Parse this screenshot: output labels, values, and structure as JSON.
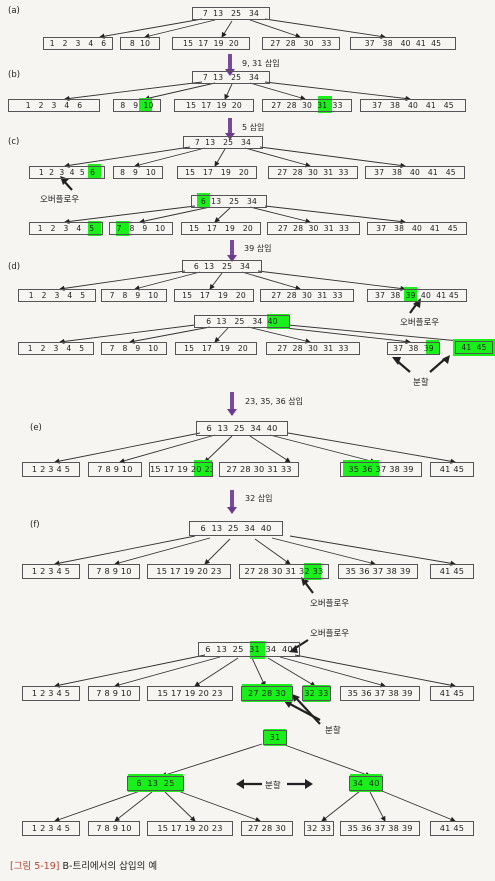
{
  "sections": {
    "a": "(a)",
    "b": "(b)",
    "c": "(c)",
    "d": "(d)",
    "e": "(e)",
    "f": "(f)"
  },
  "steps": {
    "s1": "9, 31 삽입",
    "s2": "5 삽입",
    "s3": "39 삽입",
    "s4": "23, 35, 36 삽입",
    "s5": "32 삽입"
  },
  "labels": {
    "overflow": "오버플로우",
    "split": "분할"
  },
  "caption": {
    "tag": "[그림 5-19]",
    "text": " B-트리에서의 삽입의 예"
  },
  "nodes": {
    "a_root": "7  13   25   34",
    "a_c1": "1   2   3   4   6",
    "a_c2": "8  10",
    "a_c3": "15  17  19  20",
    "a_c4": "27  28   30   33",
    "a_c5": "37   38   40  41  45",
    "b_root": "7  13   25   34",
    "b_c1": "1   2   3   4   6",
    "b_c2": "8   9  10",
    "b_c3": "15  17  19  20",
    "b_c4": "27  28  30  31  33",
    "b_c5": "37   38   40   41   45",
    "c1_root": "7  13   25   34",
    "c1_c1": "1  2  3  4  5  6",
    "c1_c2": "8   9   10",
    "c1_c3": "15   17   19   20",
    "c1_c4": "27  28  30  31  33",
    "c1_c5": "37   38   40   41   45",
    "c2_root": "6  13   25   34",
    "c2_c1": "1   2   3   4   5",
    "c2_c2": "7   8   9   10",
    "c2_c3": "15   17   19   20",
    "c2_c4": "27  28  30  31  33",
    "c2_c5": "37   38   40   41   45",
    "d1_root": "6  13   25   34",
    "d1_c1": "1   2   3   4   5",
    "d1_c2": "7   8   9   10",
    "d1_c3": "15   17   19   20",
    "d1_c4": "27  28  30  31  33",
    "d1_c5": "37  38  39  40  41 45",
    "d2_root": "6  13   25   34  40",
    "d2_c1": "1   2   3   4   5",
    "d2_c2": "7   8   9   10",
    "d2_c3": "15   17   19   20",
    "d2_c4": "27  28  30  31  33",
    "d2_c5": "37  38  39",
    "d2_c6": "41  45",
    "e_root": "6  13  25  34  40",
    "e_c1": "1 2 3 4 5",
    "e_c2": "7 8 9 10",
    "e_c3": "15 17 19 20 23",
    "e_c4": "27 28 30 31 33",
    "e_c5": "35 36 37 38 39",
    "e_c6": "41 45",
    "f1_root": "6  13  25  34  40",
    "f1_c1": "1 2 3 4 5",
    "f1_c2": "7 8 9 10",
    "f1_c3": "15 17 19 20 23",
    "f1_c4": "27 28 30 31 32 33",
    "f1_c5": "35 36 37 38 39",
    "f1_c6": "41 45",
    "f2_root": "6  13  25  31  34  40",
    "f2_c1": "1 2 3 4 5",
    "f2_c2": "7 8 9 10",
    "f2_c3": "15 17 19 20 23",
    "f2_c4": "27 28 30",
    "f2_c5": "32 33",
    "f2_c6": "35 36 37 38 39",
    "f2_c7": "41 45",
    "f3_root": "31",
    "f3_l": "6  13  25",
    "f3_r": "34  40",
    "f3_c1": "1 2 3 4 5",
    "f3_c2": "7 8 9 10",
    "f3_c3": "15 17 19 20 23",
    "f3_c4": "27 28 30",
    "f3_c5": "32 33",
    "f3_c6": "35 36 37 38 39",
    "f3_c7": "41 45"
  }
}
